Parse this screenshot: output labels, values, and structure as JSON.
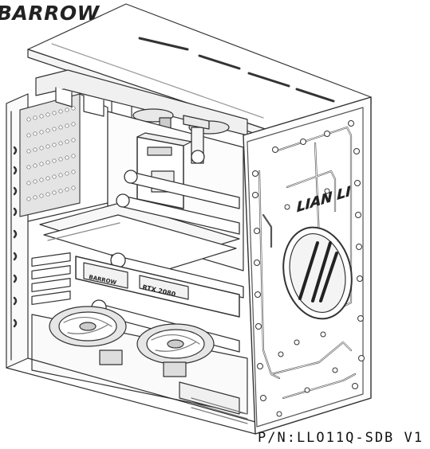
{
  "header": {
    "brand": "BARROW"
  },
  "case_front": {
    "logo_text": "LIAN LI"
  },
  "gpu": {
    "label": "RTX 2080",
    "block_brand": "BARROW"
  },
  "footer": {
    "part_number": "P/N:LLO11Q-SDB V1"
  }
}
